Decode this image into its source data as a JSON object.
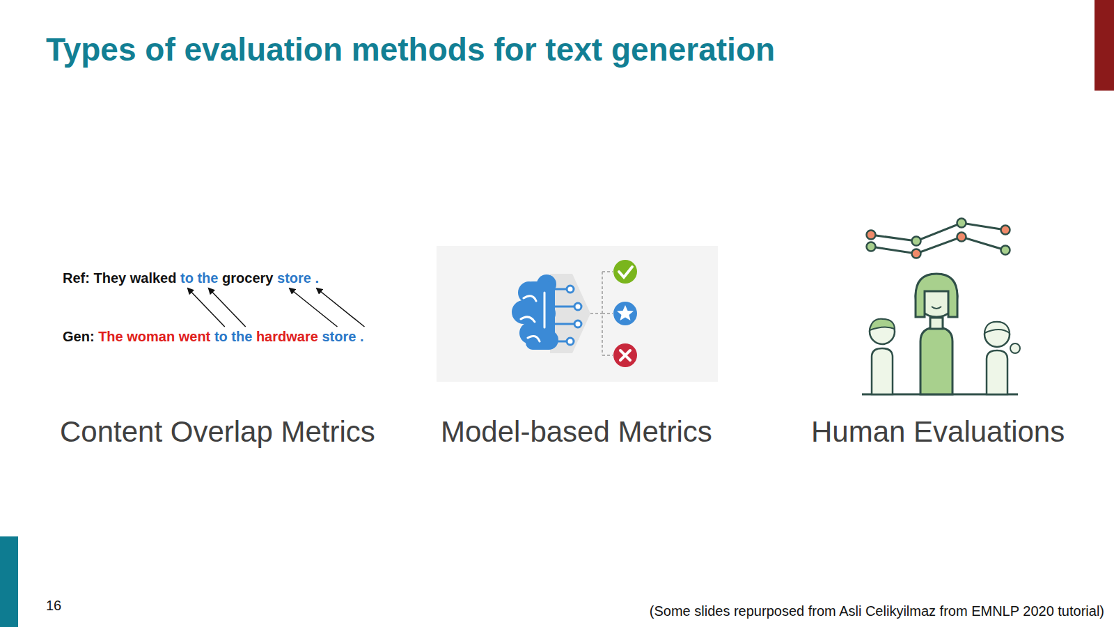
{
  "diagram": {
    "title": "Types of evaluation methods for text generation",
    "caption": "(Some slides repurposed from Asli Celikyilmaz from EMNLP 2020 tutorial)",
    "labels": [
      "Ref:",
      "They walked",
      "to the",
      "grocery",
      "store .",
      "Gen:",
      "The woman went",
      "to the",
      "hardware",
      "store .",
      "Content Overlap Metrics",
      "Model-based Metrics",
      "Human Evaluations",
      "16"
    ]
  }
}
